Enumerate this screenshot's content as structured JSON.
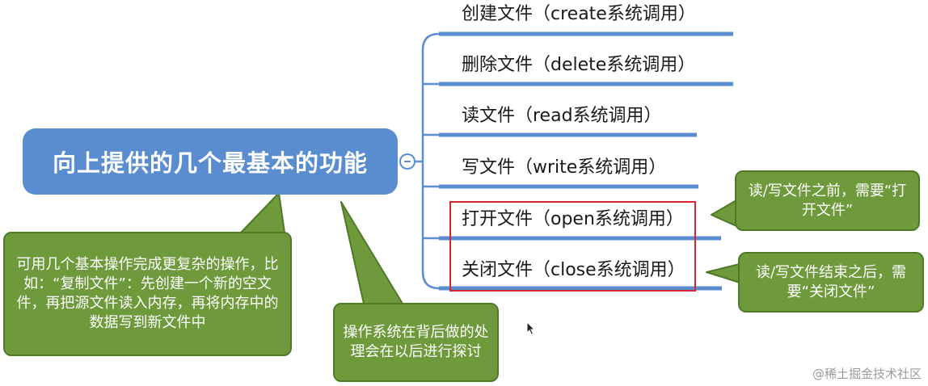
{
  "root": {
    "label": "向上提供的几个最基本的功能"
  },
  "branches": [
    {
      "label": "创建文件（create系统调用）"
    },
    {
      "label": "删除文件（delete系统调用）"
    },
    {
      "label": "读文件（read系统调用）"
    },
    {
      "label": "写文件（write系统调用）"
    },
    {
      "label": "打开文件（open系统调用）"
    },
    {
      "label": "关闭文件（close系统调用）"
    }
  ],
  "callouts": {
    "copy_example": "可用几个基本操作完成更复杂的操作，比如：“复制文件”：先创建一个新的空文件，再把源文件读入内存，再将内存中的数据写到新文件中",
    "os_background": "操作系统在背后做的处理会在以后进行探讨",
    "before_rw": "读/写文件之前，需要“打开文件”",
    "after_rw": "读/写文件结束之后，需要“关闭文件”"
  },
  "watermark": "@稀土掘金技术社区",
  "colors": {
    "root_fill": "#5a8dd0",
    "branch_line": "#5a8dd0",
    "callout_fill": "#6e9a3c",
    "highlight": "#d9262b"
  }
}
